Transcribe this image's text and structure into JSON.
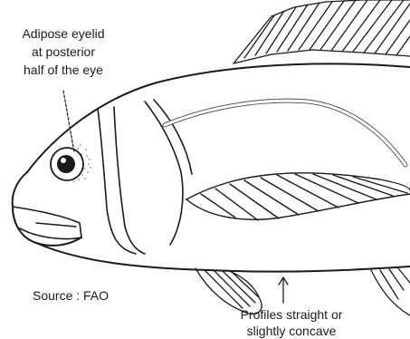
{
  "annotations": {
    "eyelid_line1": "Adipose eyelid",
    "eyelid_line2": "at posterior",
    "eyelid_line3": "half of the eye",
    "source": "Source : FAO",
    "profile_line1": "Profiles straight or",
    "profile_line2": "slightly concave"
  },
  "colors": {
    "ink": "#1a1a1a",
    "background": "#ffffff"
  }
}
